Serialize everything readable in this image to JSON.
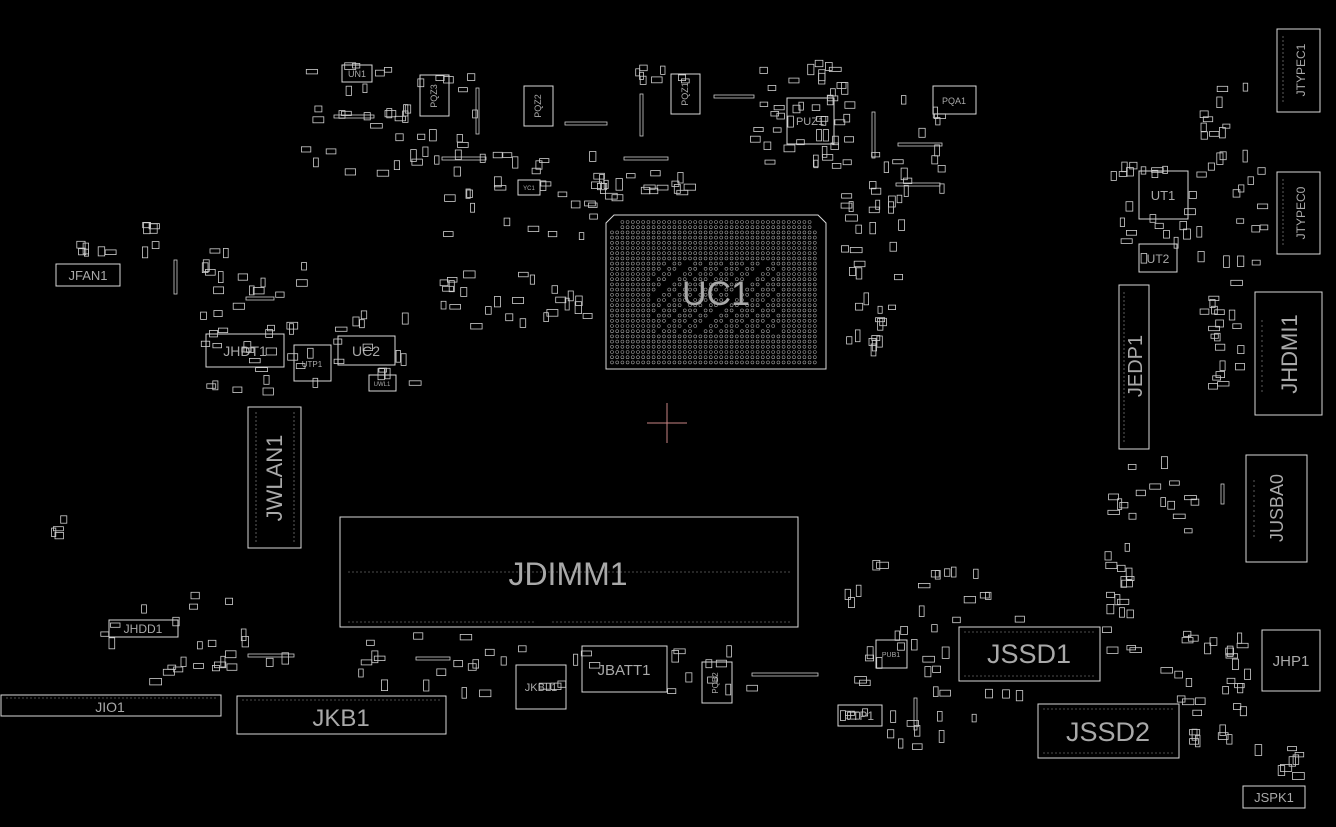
{
  "theme": {
    "background": "#000000",
    "outline": "#d9d9d9",
    "label": "#a9a9a9",
    "cursor": "#c98585"
  },
  "labels": {
    "UC1": "UC1",
    "JDIMM1": "JDIMM1",
    "JWLAN1": "JWLAN1",
    "JEDP1": "JEDP1",
    "JHDMI1": "JHDMI1",
    "JUSBA0": "JUSBA0",
    "JSSD1": "JSSD1",
    "JSSD2": "JSSD2",
    "JKB1": "JKB1",
    "JIO1": "JIO1",
    "JHDD1": "JHDD1",
    "JHDT1": "JHDT1",
    "JFAN1": "JFAN1",
    "JBATT1": "JBATT1",
    "JKBL1": "JKBL1",
    "JTP1": "JTP1",
    "JHP1": "JHP1",
    "JSPK1": "JSPK1",
    "JTYPEC1": "JTYPEC1",
    "JTYPEC0": "JTYPEC0",
    "UT1": "UT1",
    "UT2": "UT2",
    "UC2": "UC2",
    "PUZ1": "PUZ1",
    "PQA1": "PQA1",
    "PQZ1": "PQZ1",
    "PQZ2": "PQZ2",
    "PQZ3": "PQZ3",
    "UN1": "UN1",
    "UTP1": "UTP1",
    "UWL1": "UWL1",
    "PUB1": "PUB1",
    "PQB2": "PQB2",
    "YC1": "YC1"
  }
}
